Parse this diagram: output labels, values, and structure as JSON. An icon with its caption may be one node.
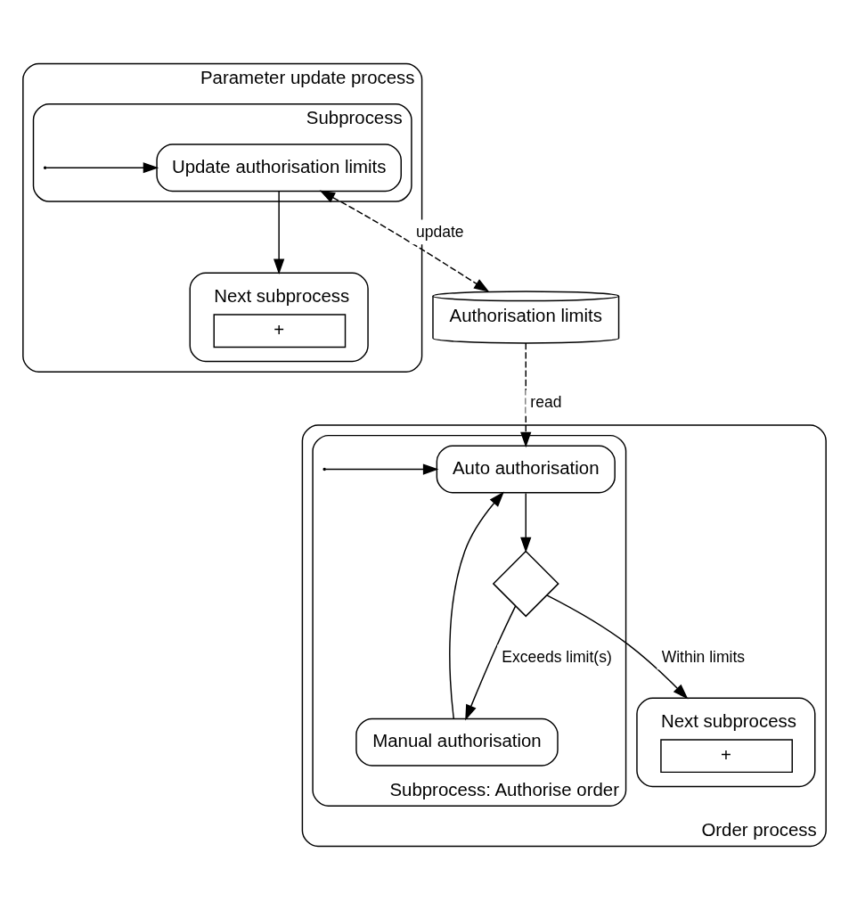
{
  "diagram": {
    "nodes": [
      {
        "text": [
          "Parameter update process"
        ]
      },
      {
        "text": [
          "Subprocess"
        ],
        "in": 0
      },
      {
        "text": [
          "Update authorisation limits"
        ],
        "in": 1
      },
      {
        "text": [
          "Next subprocess",
          "+"
        ],
        "in": 0
      },
      {
        "text": [
          "Authorisation limits"
        ]
      },
      {
        "text": [
          "Order process"
        ]
      },
      {
        "text": [
          "Subprocess: Authorise order"
        ],
        "in": 5
      },
      {
        "text": [
          "Auto authorisation"
        ],
        "in": 6
      },
      {
        "text": [],
        "shape": "diamond",
        "in": 6
      },
      {
        "text": [
          "Manual authorisation"
        ],
        "in": 6
      },
      {
        "text": [
          "Next subprocess",
          "+"
        ],
        "in": 5
      }
    ],
    "edges": [
      {
        "from": null,
        "to": 2,
        "arrow": "to"
      },
      {
        "from": 2,
        "to": 3,
        "arrow": "to"
      },
      {
        "from": 2,
        "to": 4,
        "arrow": "both",
        "label": "update",
        "style": "dashed"
      },
      {
        "from": 4,
        "to": 7,
        "arrow": "to",
        "label": "read",
        "style": "dashed"
      },
      {
        "from": null,
        "to": 7,
        "arrow": "to"
      },
      {
        "from": 7,
        "to": 8,
        "arrow": "to"
      },
      {
        "from": 8,
        "to": 10,
        "arrow": "to",
        "label": "Within limits"
      },
      {
        "from": 8,
        "to": 9,
        "arrow": "to",
        "label": "Exceeds limit(s)"
      },
      {
        "from": 9,
        "to": 7,
        "arrow": "to"
      }
    ]
  }
}
